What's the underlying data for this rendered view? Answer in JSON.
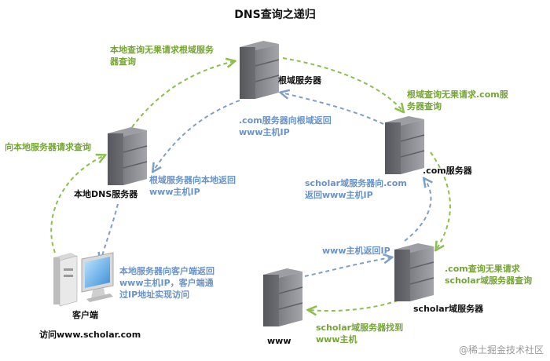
{
  "title": "DNS查询之递归",
  "nodes": {
    "root": "根域服务器",
    "com": ".com服务器",
    "local": "本地DNS服务器",
    "client": "客户端",
    "client_visit": "访问www.scholar.com",
    "scholar": "scholar域服务器",
    "www": "www"
  },
  "arrows": {
    "client_to_local": "向本地服务器请求查询",
    "local_to_root": "本地查询无果请求根域服务\n器查询",
    "root_to_com": "根域查询无果请求.com服\n务器查询",
    "com_to_scholar": ".com查询无果请求\nscholar域服务器查询",
    "scholar_to_www": "scholar域服务器找到\nwww主机",
    "www_to_scholar": "www主机返回IP",
    "scholar_to_com": "scholar域服务器向.com\n返回www主机IP",
    "com_to_root": ".com服务器向根域返回\nwww主机IP",
    "root_to_local": "根域服务器向本地返回\nwww主机IP",
    "local_to_client": "本地服务器向客户端返回\nwww主机IP，客户端通\n过IP地址实现访问"
  },
  "watermark": "@稀土掘金技术社区",
  "colors": {
    "green": "#8dbf4e",
    "blue": "#7e9fcb",
    "server": "#8a8c92"
  }
}
